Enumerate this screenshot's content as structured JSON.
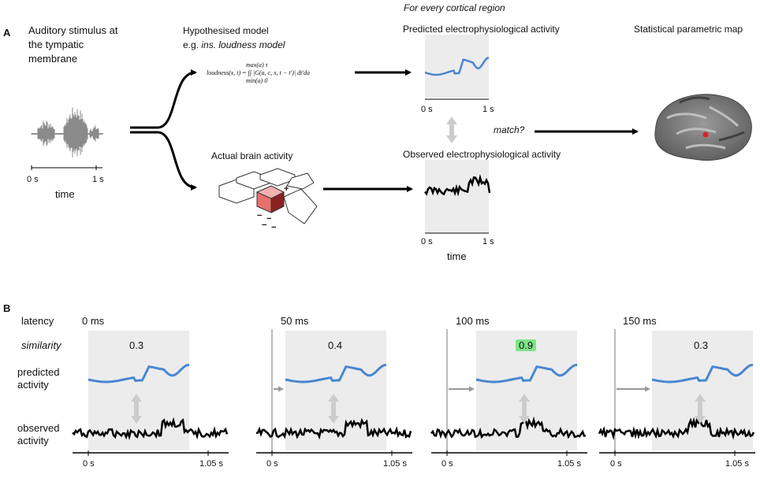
{
  "panelA": {
    "label": "A",
    "stimulus_title_1": "Auditory stimulus at",
    "stimulus_title_2": "the tympatic",
    "stimulus_title_3": "membrane",
    "stim_t0": "0 s",
    "stim_t1": "1 s",
    "stim_time": "time",
    "model_title_1": "Hypothesised model",
    "model_title_2_prefix": "e.g. ",
    "model_title_2_ital": "ins. loudness model",
    "formula_top": "max(a) τ",
    "formula_main": "loudness(x, t) = ∫∫ |G(a, c, x, t − t′)| dt′da",
    "formula_bottom": "min(a) 0",
    "actual_title": "Actual brain activity",
    "every_region": "For every cortical region",
    "predicted_title": "Predicted electrophysiological activity",
    "observed_title": "Observed electrophysiological activity",
    "pred_t0": "0 s",
    "pred_t1": "1 s",
    "obs_t0": "0 s",
    "obs_t1": "1 s",
    "obs_time": "time",
    "match": "match?",
    "spm_title": "Statistical parametric map",
    "plus": "+",
    "minus": "−"
  },
  "panelB": {
    "label": "B",
    "row_latency": "latency",
    "row_similarity": "similarity",
    "row_predicted_1": "predicted",
    "row_predicted_2": "activity",
    "row_observed_1": "observed",
    "row_observed_2": "activity",
    "columns": [
      {
        "latency": "0 ms",
        "similarity": "0.3",
        "t0": "0 s",
        "t1": "1.05 s",
        "highlight": false
      },
      {
        "latency": "50 ms",
        "similarity": "0.4",
        "t0": "0 s",
        "t1": "1.05 s",
        "highlight": false
      },
      {
        "latency": "100 ms",
        "similarity": "0.9",
        "t0": "0 s",
        "t1": "1.05 s",
        "highlight": true
      },
      {
        "latency": "150 ms",
        "similarity": "0.3",
        "t0": "0 s",
        "t1": "1.05 s",
        "highlight": false
      }
    ]
  },
  "colors": {
    "predicted": "#4a86d0",
    "observed": "#000000",
    "window": "#ececec",
    "highlight": "#7ee38a",
    "brain_dot": "#e02020",
    "active_region": "#e8706c"
  }
}
